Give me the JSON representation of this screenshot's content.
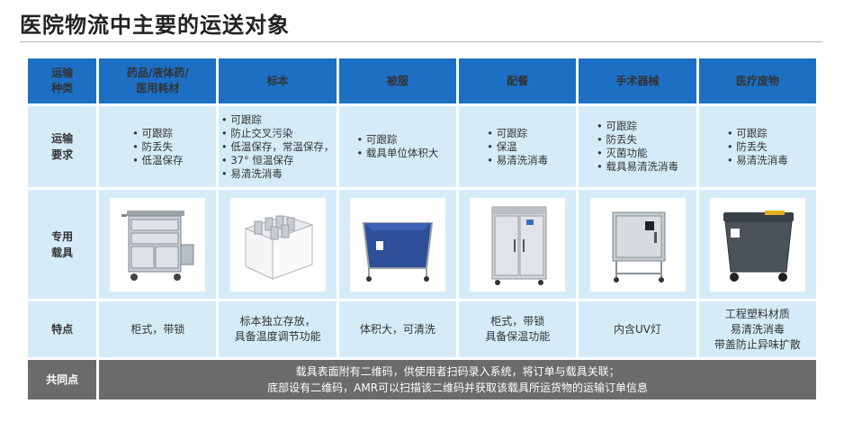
{
  "title": "医院物流中主要的运送对象",
  "header": {
    "corner": [
      "运输",
      "种类"
    ],
    "columns": [
      [
        "药品/液体药/",
        "医用耗材"
      ],
      [
        "标本"
      ],
      [
        "被服"
      ],
      [
        "配餐"
      ],
      [
        "手术器械"
      ],
      [
        "医疗废物"
      ]
    ]
  },
  "requirements": {
    "label": [
      "运输",
      "要求"
    ],
    "values": [
      [
        "可跟踪",
        "防丢失",
        "低温保存"
      ],
      [
        "可跟踪",
        "防止交叉污染",
        "低温保存，常温保存，",
        "37° 恒温保存",
        "易清洗消毒"
      ],
      [
        "可跟踪",
        "载具单位体积大"
      ],
      [
        "可跟踪",
        "保温",
        "易清洗消毒"
      ],
      [
        "可跟踪",
        "防丢失",
        "灭菌功能",
        "载具易清洗消毒"
      ],
      [
        "可跟踪",
        "防丢失",
        "易清洗消毒"
      ]
    ]
  },
  "carriers": {
    "label": [
      "专用",
      "载具"
    ],
    "images": [
      "medicine-cart",
      "specimen-box",
      "linen-cart",
      "meal-cabinet",
      "instrument-cabinet",
      "waste-bin"
    ]
  },
  "features": {
    "label": [
      "特点"
    ],
    "values": [
      [
        "柜式，带锁"
      ],
      [
        "标本独立存放，",
        "具备温度调节功能"
      ],
      [
        "体积大，可清洗"
      ],
      [
        "柜式，带锁",
        "具备保温功能"
      ],
      [
        "内含UV灯"
      ],
      [
        "工程塑料材质",
        "易清洗消毒",
        "带盖防止异味扩散"
      ]
    ]
  },
  "common": {
    "label": "共同点",
    "lines": [
      "载具表面附有二维码，供使用者扫码录入系统，将订单与载具关联；",
      "底部设有二维码，AMR可以扫描该二维码并获取该载具所运货物的运输订单信息"
    ]
  },
  "colors": {
    "header_blue": "#1d6fc4",
    "cell_light_blue": "#d5ecf8",
    "common_gray": "#6b6b6b"
  }
}
